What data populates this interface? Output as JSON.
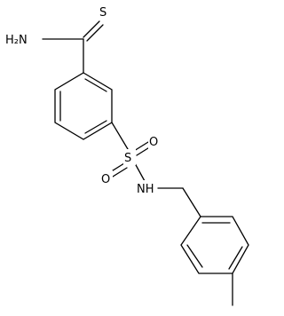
{
  "molecule": {
    "atoms": {
      "thione_s": "S",
      "amine": "H₂N",
      "sulfonyl_s": "S",
      "sulfonyl_o_left": "O",
      "sulfonyl_o_right": "O",
      "sulfonamide_nh": "NH"
    }
  }
}
